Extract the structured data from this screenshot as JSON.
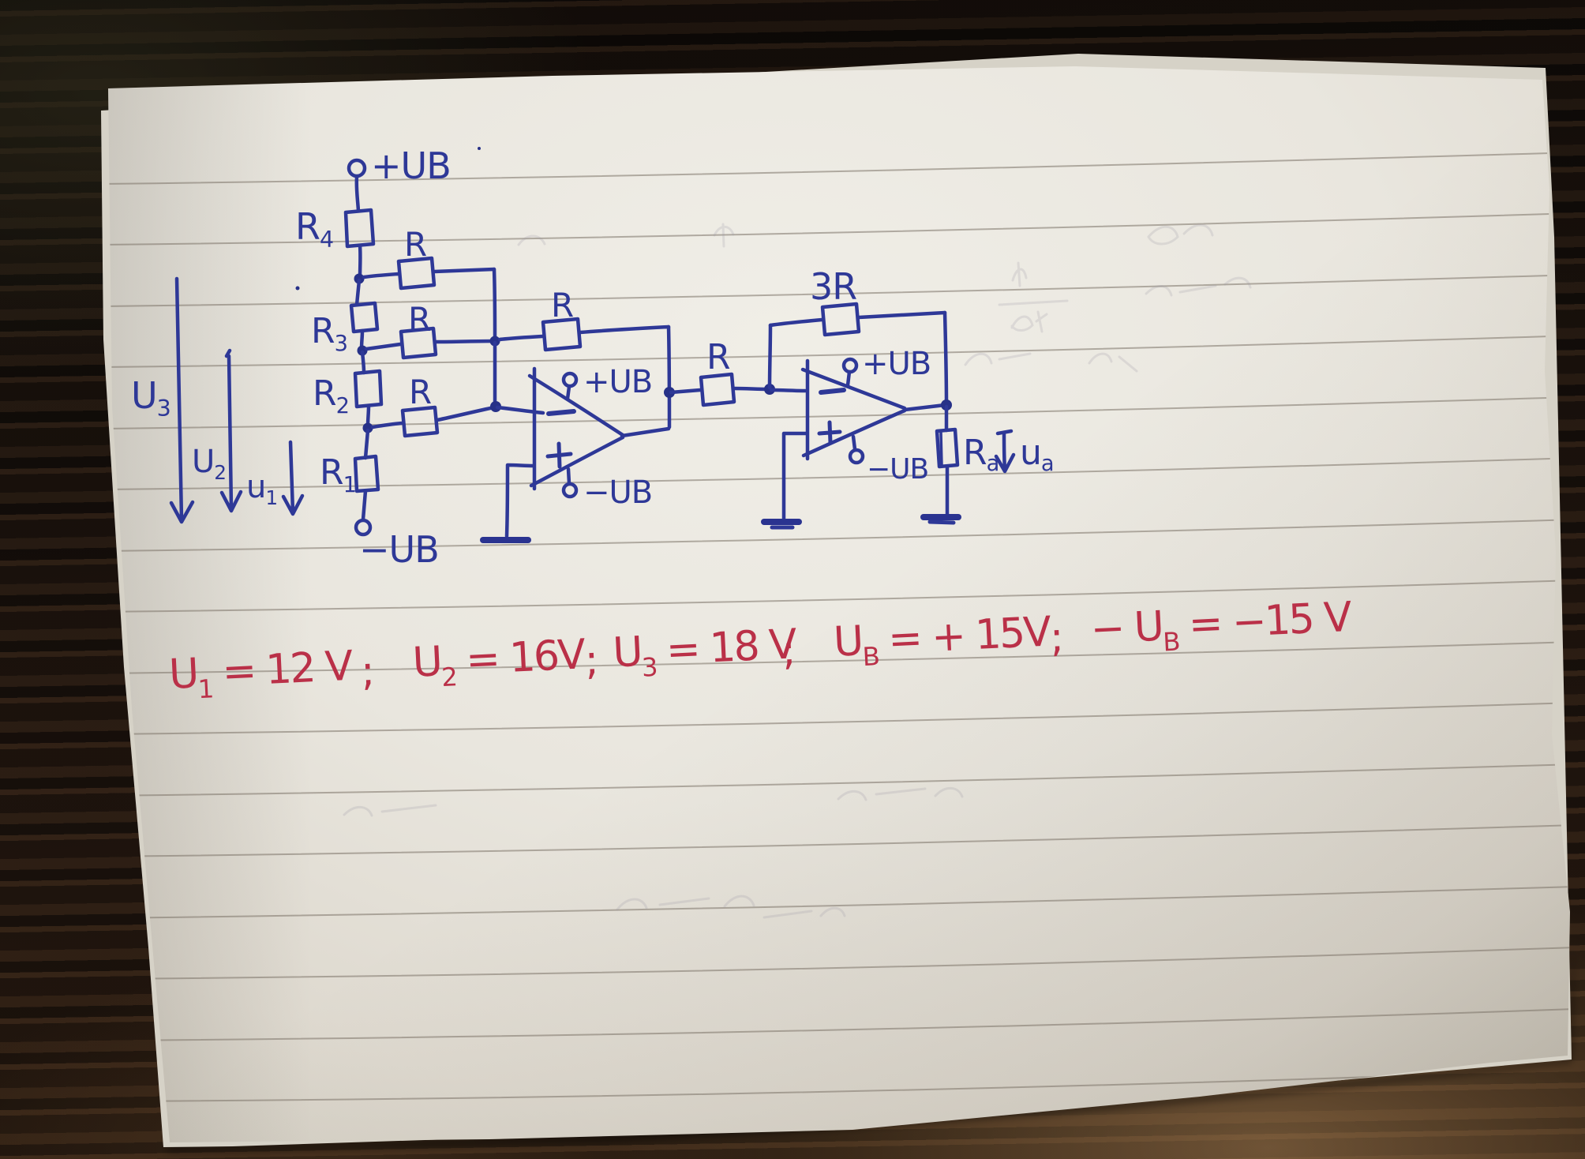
{
  "ink_colors": {
    "blue": "#2e3897",
    "red": "#ba3048"
  },
  "circuit": {
    "supply_top_label": "+UB",
    "supply_bottom_label": "−UB",
    "resistors": {
      "r4": {
        "base": "R",
        "sub": "4"
      },
      "r3": {
        "base": "R",
        "sub": "3"
      },
      "r2": {
        "base": "R",
        "sub": "2"
      },
      "r1": {
        "base": "R",
        "sub": "1"
      },
      "branch_top": "R",
      "branch_mid": "R",
      "branch_bottom": "R",
      "feedback1": "R",
      "series": "R",
      "feedback2": "3R",
      "load": {
        "base": "R",
        "sub": "a"
      }
    },
    "inputs": {
      "u3": {
        "base": "U",
        "sub": "3"
      },
      "u2": {
        "base": "U",
        "sub": "2"
      },
      "u1": {
        "base": "u",
        "sub": "1"
      }
    },
    "opamp1": {
      "minus": "−",
      "plus": "+",
      "supply_plus": "+UB",
      "supply_minus": "−UB"
    },
    "opamp2": {
      "minus": "−",
      "plus": "+",
      "supply_plus": "+UB",
      "supply_minus": "−UB"
    },
    "output": {
      "voltage": {
        "base": "u",
        "sub": "a"
      }
    }
  },
  "given_values": {
    "u1": {
      "base": "U",
      "sub": "1",
      "rest": " = 12 V"
    },
    "sep1": ";",
    "u2": {
      "base": "U",
      "sub": "2",
      "rest": " = 16V"
    },
    "sep2": ";",
    "u3": {
      "base": "U",
      "sub": "3",
      "rest": " = 18 V"
    },
    "sep3": ";",
    "ub": {
      "base": "U",
      "sub": "B",
      "rest": " = + 15V"
    },
    "sep4": ";",
    "neg_ub": {
      "base": "− U",
      "sub": "B",
      "rest": " = −15 V"
    }
  }
}
